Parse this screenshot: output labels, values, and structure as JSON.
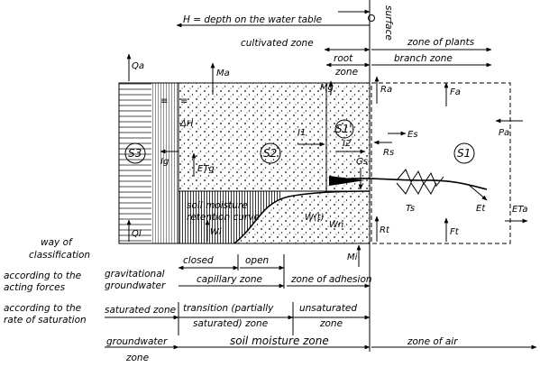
{
  "header": {
    "h_label": "H = depth on the water table",
    "surface": "surface",
    "cultivated_zone": "cultivated zone",
    "zone_of_plants": "zone of plants",
    "root_zone_line1": "root",
    "root_zone_line2": "zone",
    "branch_zone": "branch zone"
  },
  "labels": {
    "soil_moisture_curve_line1": "soil moisture",
    "soil_moisture_curve_line2": "retention curve",
    "way_line1": "way of",
    "way_line2": "classification",
    "closed": "closed",
    "open": "open"
  },
  "zones": {
    "S1": "S1",
    "S2": "S2",
    "S3": "S3",
    "S1_prime": "S1'"
  },
  "symbols": {
    "Qa": "Qa",
    "Ma": "Ma",
    "Mg": "Mg",
    "Ra": "Ra",
    "Fa": "Fa",
    "Pa": "Pa",
    "Rs": "Rs",
    "Es": "Es",
    "Ig": "Ig",
    "ETg": "ETg",
    "I1": "I1",
    "I2": "I2",
    "Gs": "Gs",
    "Ts": "Ts",
    "Et": "Et",
    "ETa": "ETa",
    "Ft": "Ft",
    "Mi": "Mi",
    "Wi": "Wi",
    "Rt": "Rt",
    "Ql": "Ql",
    "Wt": "W(t)",
    "Wn": "Wn",
    "deltaH": "ΔH"
  },
  "classification": {
    "row1": {
      "label_line1": "according to the",
      "label_line2": "acting forces",
      "c1_line1": "gravitational",
      "c1_line2": "groundwater",
      "c2": "capillary zone",
      "c3": "zone of adhesion"
    },
    "row2": {
      "label_line1": "according to the",
      "label_line2": "rate of saturation",
      "c1": "saturated zone",
      "c2_line1": "transition (partially",
      "c2_line2": "saturated) zone",
      "c3_line1": "unsaturated",
      "c3_line2": "zone"
    },
    "row3": {
      "c1_line1": "groundwater",
      "c1_line2": "zone",
      "c2": "soil moisture zone",
      "c3": "zone of air"
    }
  }
}
